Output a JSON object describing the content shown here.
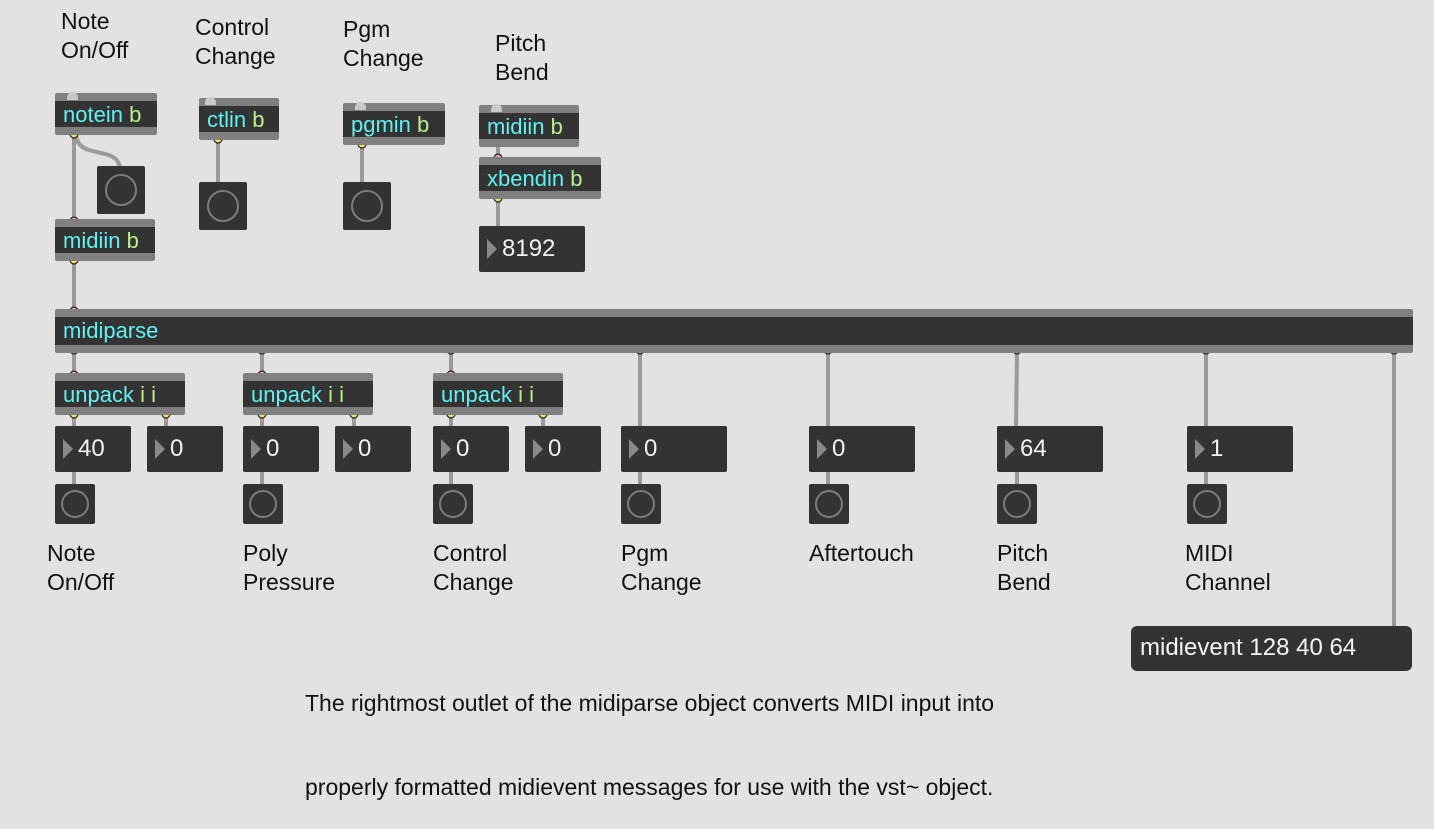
{
  "top_labels": {
    "note_on_off": [
      "Note",
      "On/Off"
    ],
    "control_change": [
      "Control",
      "Change"
    ],
    "pgm_change": [
      "Pgm",
      "Change"
    ],
    "pitch_bend": [
      "Pitch",
      "Bend"
    ]
  },
  "objects": {
    "notein": {
      "name": "notein",
      "arg": "b"
    },
    "ctlin": {
      "name": "ctlin",
      "arg": "b"
    },
    "pgmin": {
      "name": "pgmin",
      "arg": "b"
    },
    "midiin_top": {
      "name": "midiin",
      "arg": "b"
    },
    "xbendin": {
      "name": "xbendin",
      "arg": "b"
    },
    "midiin_left": {
      "name": "midiin",
      "arg": "b"
    },
    "midiparse": {
      "name": "midiparse",
      "arg": ""
    },
    "unpack1": {
      "name": "unpack",
      "arg": "i i"
    },
    "unpack2": {
      "name": "unpack",
      "arg": "i i"
    },
    "unpack3": {
      "name": "unpack",
      "arg": "i i"
    }
  },
  "numbers": {
    "bend_top": "8192",
    "note_pitch": "40",
    "note_vel": "0",
    "poly_a": "0",
    "poly_b": "0",
    "cc_a": "0",
    "cc_b": "0",
    "pgm": "0",
    "aftertouch": "0",
    "pitch_bend": "64",
    "midi_channel": "1"
  },
  "bottom_labels": {
    "note_on_off": [
      "Note",
      "On/Off"
    ],
    "poly_pressure": [
      "Poly",
      "Pressure"
    ],
    "control_change": [
      "Control",
      "Change"
    ],
    "pgm_change": [
      "Pgm",
      "Change"
    ],
    "aftertouch": [
      "Aftertouch"
    ],
    "pitch_bend": [
      "Pitch",
      "Bend"
    ],
    "midi_channel": [
      "MIDI",
      "Channel"
    ]
  },
  "message_box": "midievent 128 40 64",
  "comment": [
    "The rightmost outlet of the midiparse object converts MIDI input into",
    "properly formatted midievent messages for use with the vst~ object."
  ],
  "colors": {
    "background": "#e2e2e2",
    "object_text": "#5ef2f2",
    "argument_text": "#b8f08a",
    "box_fill": "#333333"
  }
}
